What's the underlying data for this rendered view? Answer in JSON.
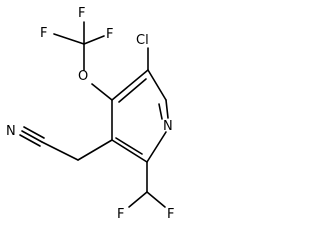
{
  "molecule": {
    "atoms": {
      "cl": "Cl",
      "n_ring": "N",
      "o": "O",
      "f_top_left": "F",
      "f_top_mid": "F",
      "f_top_right": "F",
      "n_nitrile": "N",
      "f_bottom_left": "F",
      "f_bottom_right": "F"
    }
  }
}
